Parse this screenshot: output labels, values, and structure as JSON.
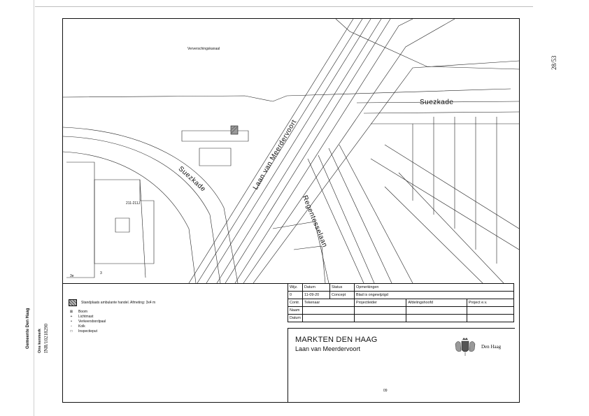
{
  "page_number": "28/53",
  "margin": {
    "organisation": "Gemeente Den Haag",
    "reference_label": "Ons kenmerk",
    "reference_value": "INR/10218290"
  },
  "map_labels": {
    "canal": "Ververschingskanaal",
    "suezkade_left": "Suezkade",
    "suezkade_right": "Suezkade",
    "laan": "Laan van Meerdervoort",
    "regentesselaan": "Regentesselaan",
    "bldg_211": "211-211J",
    "num_3e": "3e",
    "num_3": "3"
  },
  "legend": {
    "stand": "Standplaats ambulante handel. Afmeting: 3x4 m",
    "items": [
      {
        "symbol": "⊠",
        "label": "Boom"
      },
      {
        "symbol": "+",
        "label": "Lichtmast"
      },
      {
        "symbol": "•",
        "label": "Verkeersbordpaal"
      },
      {
        "symbol": "▫",
        "label": "Kolk"
      },
      {
        "symbol": "□",
        "label": "Inspectieput"
      }
    ]
  },
  "revision_table": {
    "headers": [
      "Wijz.",
      "Datum",
      "Status",
      "Opmerkingen"
    ],
    "row": [
      "0",
      "11-09-20",
      "Concept",
      "Blad is ongewijzigd"
    ],
    "roles": [
      "Contr.",
      "Tekenaar",
      "Projectleider",
      "Afdelingshoofd",
      "Project e.v."
    ],
    "naam": "Naam",
    "datum": "Datum"
  },
  "title_block": {
    "title": "MARKTEN DEN HAAG",
    "subtitle": "Laan van Meerdervoort",
    "logo_text": "Den Haag",
    "sheet_code": "09"
  }
}
